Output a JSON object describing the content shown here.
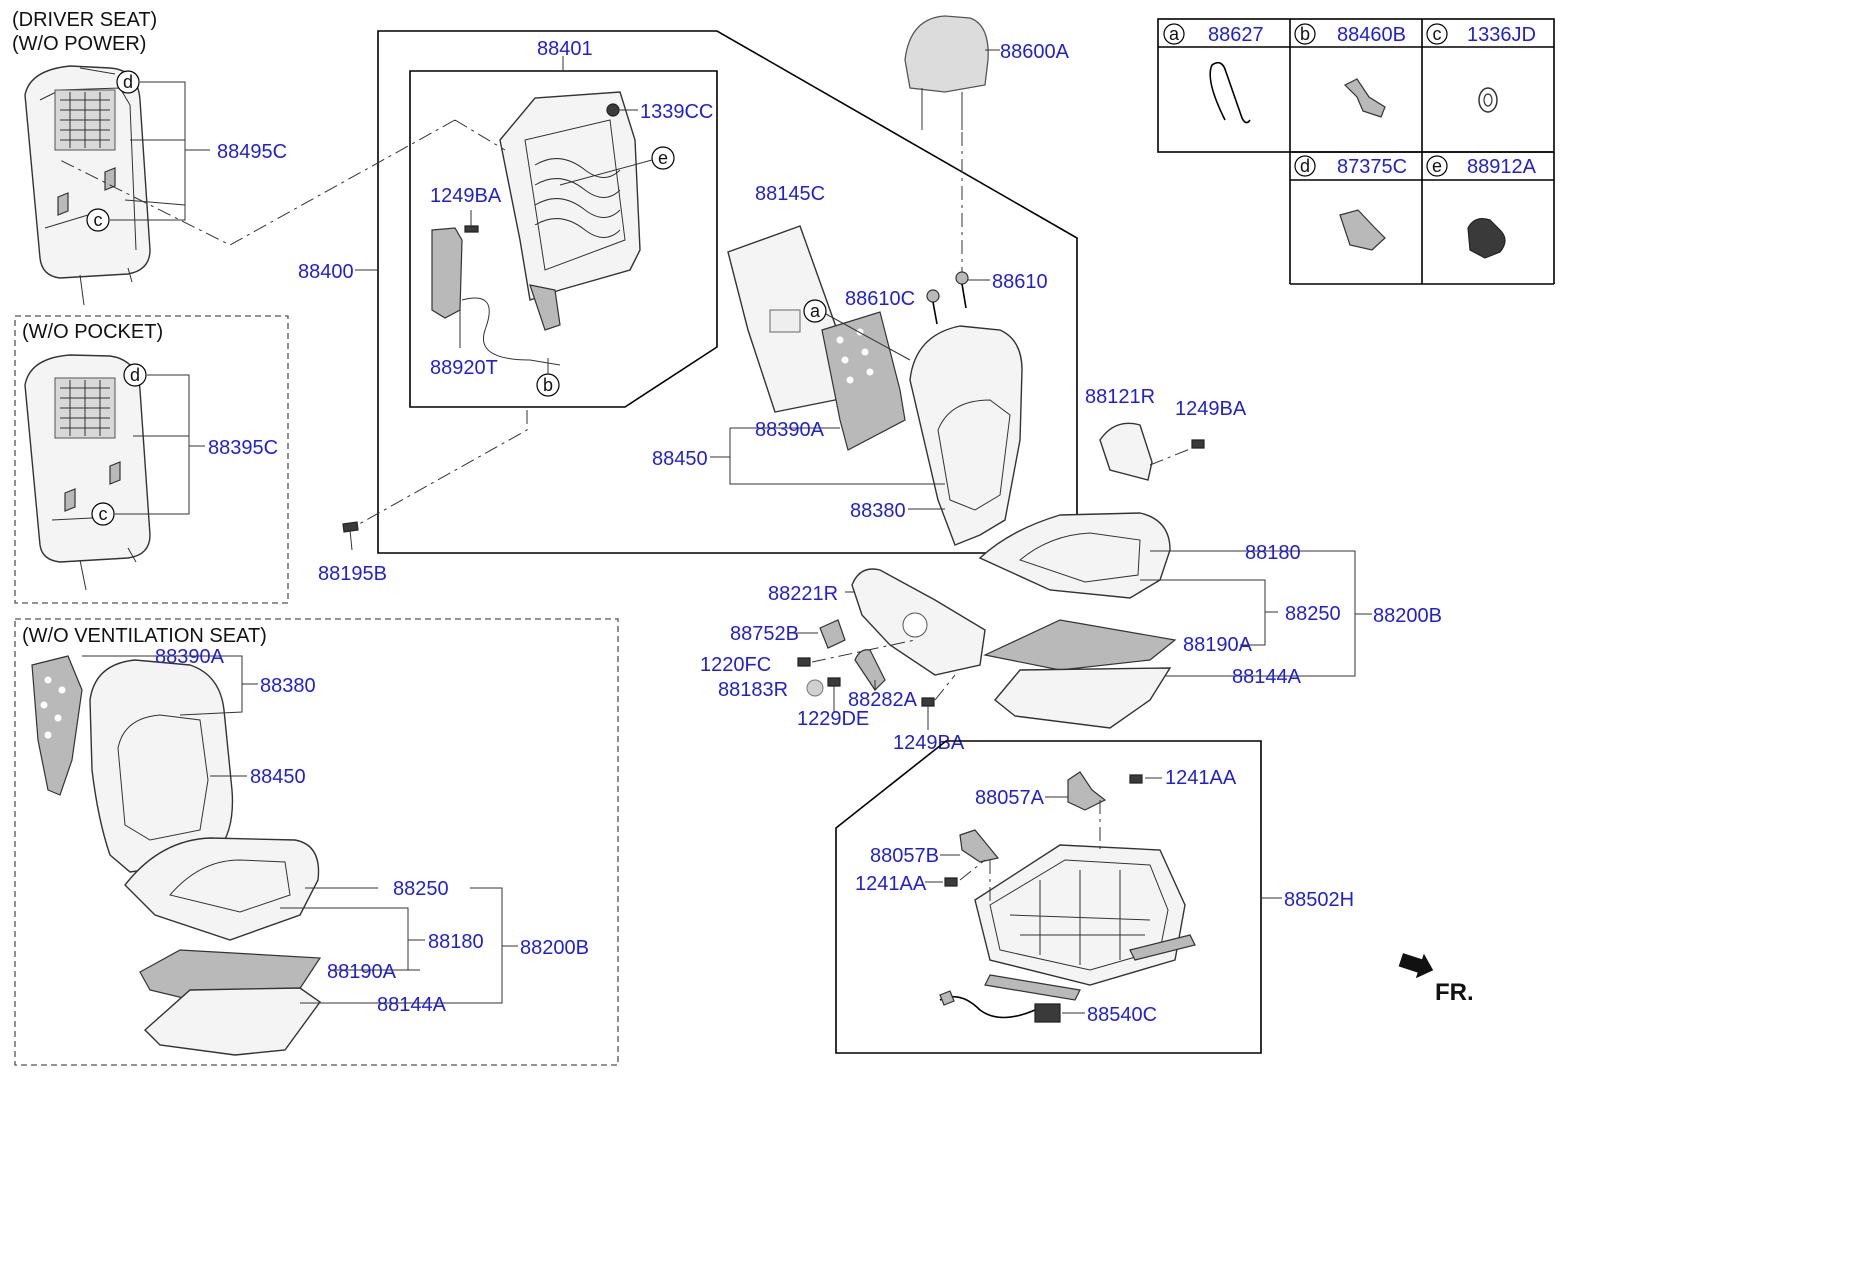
{
  "headers": {
    "driver_line1": "(DRIVER SEAT)",
    "driver_line2": "(W/O POWER)",
    "wo_pocket": "(W/O POCKET)",
    "wo_ventilation": "(W/O VENTILATION SEAT)"
  },
  "legend": [
    {
      "letter": "a",
      "part": "88627"
    },
    {
      "letter": "b",
      "part": "88460B"
    },
    {
      "letter": "c",
      "part": "1336JD"
    },
    {
      "letter": "d",
      "part": "87375C"
    },
    {
      "letter": "e",
      "part": "88912A"
    }
  ],
  "labels": {
    "p88495C": "88495C",
    "p88395C": "88395C",
    "p88401": "88401",
    "p1339CC": "1339CC",
    "p1249BA_top": "1249BA",
    "p88920T": "88920T",
    "p88400": "88400",
    "p88195B": "88195B",
    "p88600A": "88600A",
    "p88145C": "88145C",
    "p88610C": "88610C",
    "p88610": "88610",
    "p88390A": "88390A",
    "p88450": "88450",
    "p88380": "88380",
    "p88121R": "88121R",
    "p1249BA_r": "1249BA",
    "p88180": "88180",
    "p88221R": "88221R",
    "p88250": "88250",
    "p88200B": "88200B",
    "p88752B": "88752B",
    "p88190A": "88190A",
    "p1220FC": "1220FC",
    "p88144A": "88144A",
    "p88183R": "88183R",
    "p88282A": "88282A",
    "p1229DE": "1229DE",
    "p1249BA_b": "1249BA",
    "p88057A": "88057A",
    "p1241AA_t": "1241AA",
    "p88057B": "88057B",
    "p1241AA_l": "1241AA",
    "p88502H": "88502H",
    "p88540C": "88540C",
    "v88390A": "88390A",
    "v88380": "88380",
    "v88450": "88450",
    "v88250": "88250",
    "v88180": "88180",
    "v88200B": "88200B",
    "v88190A": "88190A",
    "v88144A": "88144A",
    "fr": "FR."
  },
  "callouts": {
    "a": "a",
    "b": "b",
    "c": "c",
    "d": "d",
    "e": "e"
  }
}
